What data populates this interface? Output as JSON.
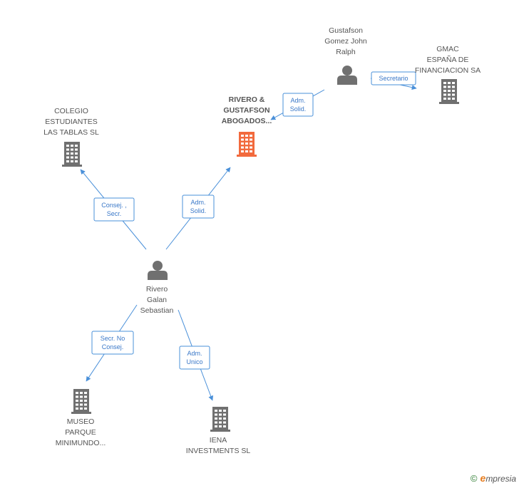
{
  "nodes": [
    {
      "id": "rivero_gustafson",
      "type": "company",
      "focus": true,
      "lines": [
        "RIVERO &",
        "GUSTAFSON",
        "ABOGADOS..."
      ]
    },
    {
      "id": "gustafson_john",
      "type": "person",
      "lines": [
        "Gustafson",
        "Gomez John",
        "Ralph"
      ]
    },
    {
      "id": "gmac",
      "type": "company",
      "lines": [
        "GMAC",
        "ESPAÑA DE",
        "FINANCIACION SA"
      ]
    },
    {
      "id": "colegio",
      "type": "company",
      "lines": [
        "COLEGIO",
        "ESTUDIANTES",
        "LAS TABLAS SL"
      ]
    },
    {
      "id": "rivero_galan",
      "type": "person",
      "lines": [
        "Rivero",
        "Galan",
        "Sebastian"
      ]
    },
    {
      "id": "museo",
      "type": "company",
      "lines": [
        "MUSEO",
        "PARQUE",
        "MINIMUNDO..."
      ]
    },
    {
      "id": "iena",
      "type": "company",
      "lines": [
        "IENA",
        "INVESTMENTS SL"
      ]
    }
  ],
  "edges": [
    {
      "id": "e1",
      "from": "gustafson_john",
      "to": "rivero_gustafson",
      "lines": [
        "Adm.",
        "Solid."
      ]
    },
    {
      "id": "e2",
      "from": "gustafson_john",
      "to": "gmac",
      "lines": [
        "Secretario"
      ]
    },
    {
      "id": "e3",
      "from": "rivero_galan",
      "to": "colegio",
      "lines": [
        "Consej. ,",
        "Secr."
      ]
    },
    {
      "id": "e4",
      "from": "rivero_galan",
      "to": "rivero_gustafson",
      "lines": [
        "Adm.",
        "Solid."
      ]
    },
    {
      "id": "e5",
      "from": "rivero_galan",
      "to": "museo",
      "lines": [
        "Secr.  No",
        "Consej."
      ]
    },
    {
      "id": "e6",
      "from": "rivero_galan",
      "to": "iena",
      "lines": [
        "Adm.",
        "Unico"
      ]
    }
  ],
  "colors": {
    "focus_company": "#f26a3d",
    "company": "#707070",
    "person": "#707070",
    "edge": "#4a90d9"
  },
  "icons": {
    "company": "building-icon",
    "person": "person-icon"
  },
  "brand": {
    "copyright": "©",
    "first_letter": "e",
    "rest": "mpresia"
  }
}
